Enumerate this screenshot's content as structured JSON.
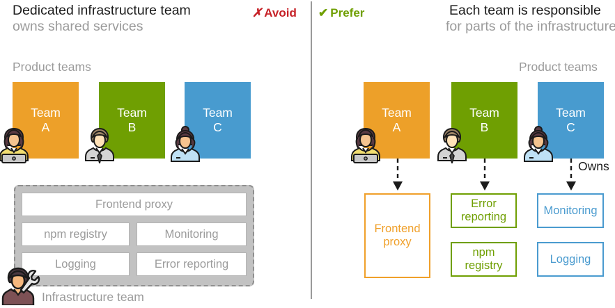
{
  "divider": {
    "name": "panel-divider"
  },
  "left_panel": {
    "heading_title": "Dedicated infrastructure team",
    "heading_sub": "owns shared services",
    "badge": {
      "mark": "✗",
      "label": "Avoid",
      "color": "#c62127"
    },
    "product_teams_label": "Product teams",
    "teams": [
      {
        "line1": "Team",
        "line2": "A",
        "color": "#eda029"
      },
      {
        "line1": "Team",
        "line2": "B",
        "color": "#6f9f02"
      },
      {
        "line1": "Team",
        "line2": "C",
        "color": "#489bcf"
      }
    ],
    "infra_label": "Infrastructure team",
    "infra_services": [
      {
        "label": "Frontend proxy"
      },
      {
        "label": "npm registry"
      },
      {
        "label": "Monitoring"
      },
      {
        "label": "Logging"
      },
      {
        "label": "Error reporting"
      }
    ]
  },
  "right_panel": {
    "heading_title": "Each team is responsible",
    "heading_sub": "for parts of the infrastructure",
    "badge": {
      "mark": "✔",
      "label": "Prefer",
      "color": "#6f9f02"
    },
    "product_teams_label": "Product teams",
    "owns_label": "Owns",
    "teams": [
      {
        "line1": "Team",
        "line2": "A",
        "color": "#eda029"
      },
      {
        "line1": "Team",
        "line2": "B",
        "color": "#6f9f02"
      },
      {
        "line1": "Team",
        "line2": "C",
        "color": "#489bcf"
      }
    ],
    "services": [
      {
        "line1": "Frontend",
        "line2": "proxy",
        "owner": "Team A",
        "color": "#f0a02a"
      },
      {
        "line1": "Error",
        "line2": "reporting",
        "owner": "Team B",
        "color": "#6f9f02"
      },
      {
        "line1": "npm",
        "line2": "registry",
        "owner": "Team B",
        "color": "#6f9f02"
      },
      {
        "line1": "Monitoring",
        "line2": "",
        "owner": "Team C",
        "color": "#4a9bcf"
      },
      {
        "line1": "Logging",
        "line2": "",
        "owner": "Team C",
        "color": "#4a9bcf"
      }
    ]
  },
  "palette": {
    "orange": "#eda029",
    "green": "#6f9f02",
    "blue": "#489bcf",
    "gray_fill": "#c2c2c2",
    "gray_text": "#9b9b9b",
    "dark_text": "#1b1b1b",
    "red": "#c62127"
  }
}
